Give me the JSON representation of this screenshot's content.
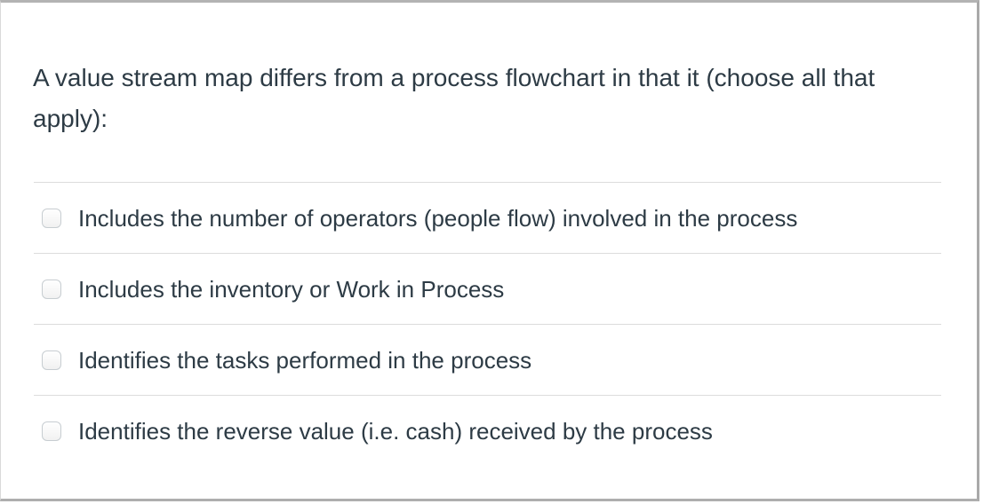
{
  "question": {
    "text": "A value stream map differs from a process flowchart in that it (choose all that apply):"
  },
  "options": [
    {
      "label": "Includes the number of operators (people flow) involved in the process",
      "checked": false
    },
    {
      "label": "Includes the inventory or Work in Process",
      "checked": false
    },
    {
      "label": "Identifies the tasks performed in the process",
      "checked": false
    },
    {
      "label": "Identifies the reverse value (i.e. cash) received by the process",
      "checked": false
    }
  ],
  "colors": {
    "text": "#2d3b45",
    "divider": "#dcdcdc",
    "card_border": "#aeaeae",
    "checkbox_border": "#c7cdd1",
    "background": "#ffffff"
  }
}
